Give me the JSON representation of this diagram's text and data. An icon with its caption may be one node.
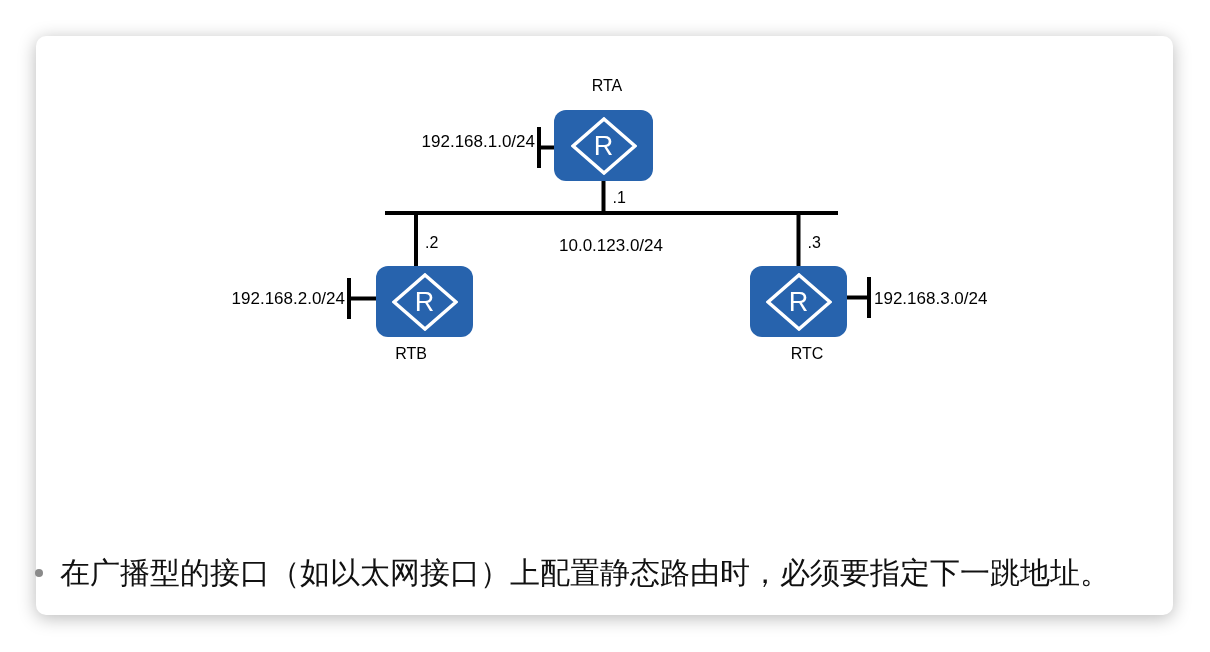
{
  "diagram": {
    "nodes": [
      {
        "text": [
          "RTA",
          "R"
        ]
      },
      {
        "text": [],
        "shape": "bar",
        "beside": [
          "192.168.1.0/24"
        ]
      },
      {
        "text": [],
        "shape": "bar",
        "beside": [
          "10.0.123.0/24"
        ]
      },
      {
        "text": [
          "R",
          "RTB"
        ]
      },
      {
        "text": [],
        "shape": "bar",
        "beside": [
          "192.168.2.0/24"
        ]
      },
      {
        "text": [
          "R",
          "RTC"
        ]
      },
      {
        "text": [],
        "shape": "bar",
        "beside": [
          "192.168.3.0/24"
        ]
      }
    ],
    "edges": [
      {
        "from": 0,
        "to": 2,
        "arrow": "none",
        "label": ".1"
      },
      {
        "from": 3,
        "to": 2,
        "arrow": "none",
        "label": ".2"
      },
      {
        "from": 5,
        "to": 2,
        "arrow": "none",
        "label": ".3"
      },
      {
        "from": 0,
        "to": 1,
        "arrow": "none"
      },
      {
        "from": 3,
        "to": 4,
        "arrow": "none"
      },
      {
        "from": 5,
        "to": 6,
        "arrow": "none"
      }
    ],
    "labels": [
      "在广播型的接口（如以太网接口）上配置静态路由时，必须要指定下一跳地址。"
    ]
  }
}
